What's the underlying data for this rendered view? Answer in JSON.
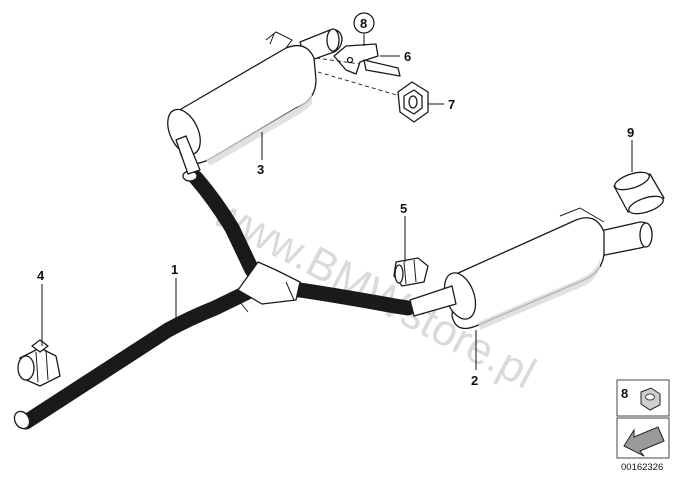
{
  "watermark": "www.BMWstore.pl",
  "callouts": {
    "p1": "1",
    "p2": "2",
    "p3": "3",
    "p4": "4",
    "p5": "5",
    "p6": "6",
    "p7": "7",
    "p8": "8",
    "p9": "9"
  },
  "legend": {
    "item_number": "8"
  },
  "diagram_code": "00162326"
}
